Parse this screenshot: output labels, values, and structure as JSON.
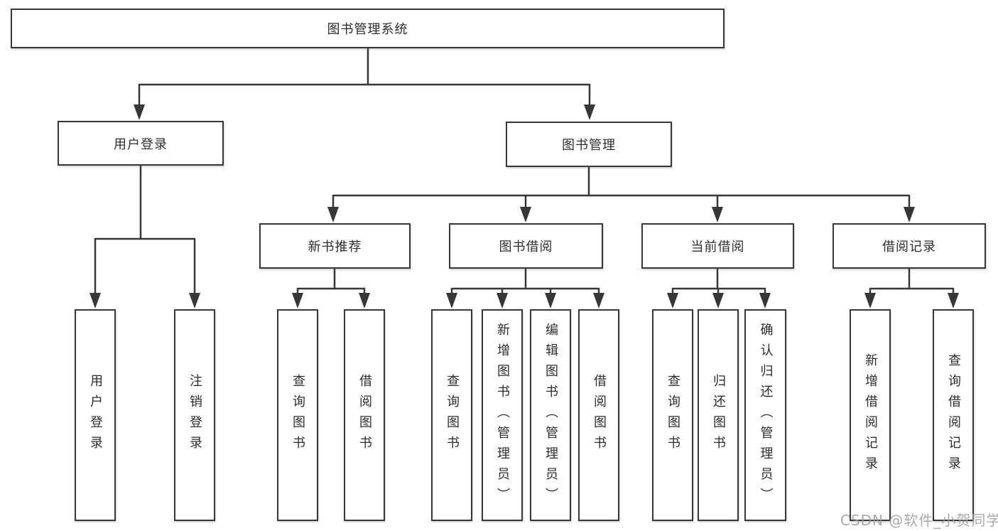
{
  "tree": {
    "root": {
      "label": "图书管理系统",
      "children": [
        {
          "label": "用户登录",
          "children": [
            {
              "label": "用户登录"
            },
            {
              "label": "注销登录"
            }
          ]
        },
        {
          "label": "图书管理",
          "children": [
            {
              "label": "新书推荐",
              "children": [
                {
                  "label": "查询图书"
                },
                {
                  "label": "借阅图书"
                }
              ]
            },
            {
              "label": "图书借阅",
              "children": [
                {
                  "label": "查询图书"
                },
                {
                  "label": "新增图书（管理员）"
                },
                {
                  "label": "编辑图书（管理员）"
                },
                {
                  "label": "借阅图书"
                }
              ]
            },
            {
              "label": "当前借阅",
              "children": [
                {
                  "label": "查询图书"
                },
                {
                  "label": "归还图书"
                },
                {
                  "label": "确认归还（管理员）"
                }
              ]
            },
            {
              "label": "借阅记录",
              "children": [
                {
                  "label": "新增借阅记录"
                },
                {
                  "label": "查询借阅记录"
                }
              ]
            }
          ]
        }
      ]
    }
  },
  "watermark": {
    "text": "CSDN @软件_小贺同学"
  },
  "colors": {
    "line": "#373737",
    "box_border": "#373737",
    "box_fill": "#ffffff",
    "text": "#2d2d2d",
    "watermark": "#9b9b9b"
  }
}
